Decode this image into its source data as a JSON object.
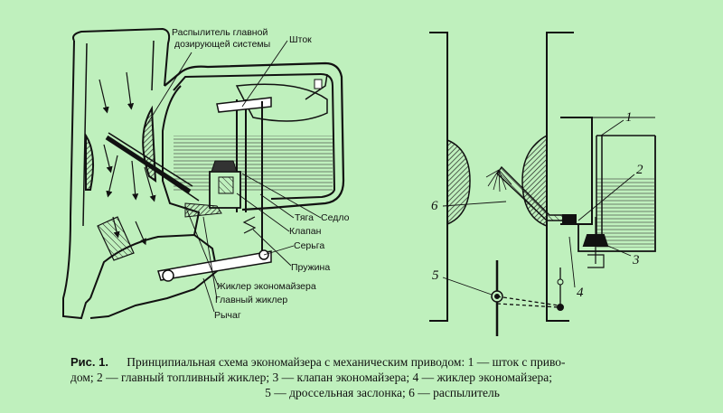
{
  "left_labels": {
    "sprayer_main": "Распылитель главной",
    "sprayer_main_2": "дозирующей системы",
    "rod": "Шток",
    "pull_rod": "Тяга",
    "seat": "Седло",
    "valve": "Клапан",
    "earring": "Серьга",
    "spring": "Пружина",
    "eco_jet": "Жиклер экономайзера",
    "main_jet": "Главный жиклер",
    "lever": "Рычаг"
  },
  "right_labels": {
    "n1": "1",
    "n2": "2",
    "n3": "3",
    "n4": "4",
    "n5": "5",
    "n6": "6"
  },
  "caption": {
    "fig": "Рис. 1.",
    "line1": "Принципиальная схема экономайзера с механическим приводом: 1 — шток с приво-",
    "line2": "дом; 2 — главный топливный жиклер; 3 — клапан экономайзера; 4 — жиклер экономайзера;",
    "line3": "5 — дроссельная заслонка; 6 — распылитель"
  }
}
